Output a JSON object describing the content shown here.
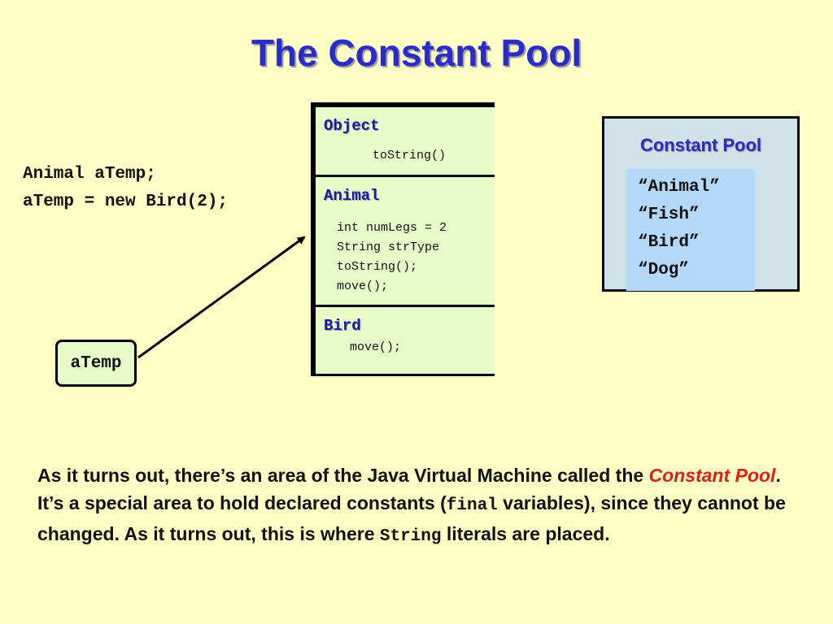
{
  "title": "The Constant Pool",
  "code": {
    "line1": "Animal aTemp;",
    "line2": "aTemp = new Bird(2);"
  },
  "reference": {
    "label": "aTemp"
  },
  "object": {
    "sections": [
      {
        "name": "Object",
        "members": [
          "toString()"
        ]
      },
      {
        "name": "Animal",
        "members": [
          "int numLegs = 2",
          "String strType",
          "toString();",
          "move();"
        ]
      },
      {
        "name": "Bird",
        "members": [
          "move();"
        ]
      }
    ]
  },
  "constant_pool": {
    "title": "Constant Pool",
    "items": [
      "“Animal”",
      "“Fish”",
      "“Bird”",
      "“Dog”"
    ]
  },
  "paragraph": {
    "part1": "As it turns out, there’s an area of the Java Virtual Machine called the ",
    "highlight": "Constant Pool",
    "part2": ".  It’s a special area to hold declared constants (",
    "code1": "final",
    "part3": " variables), since they cannot be changed.  As it turns out, this is where ",
    "code2": "String",
    "part4": " literals are placed."
  }
}
